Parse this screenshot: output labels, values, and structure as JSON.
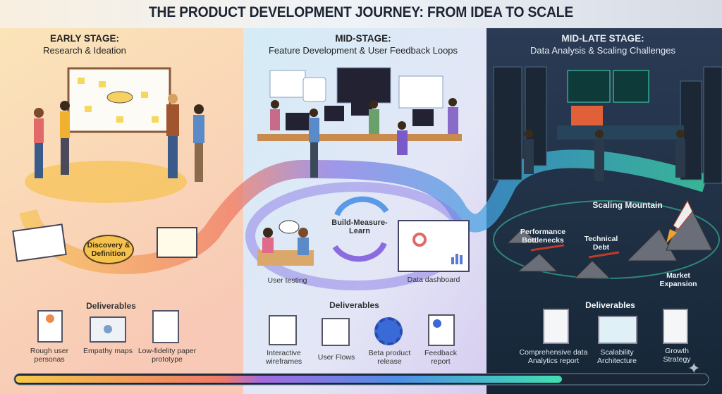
{
  "title": "THE PRODUCT DEVELOPMENT JOURNEY: FROM IDEA TO SCALE",
  "stages": [
    {
      "heading": "EARLY STAGE:",
      "subheading": "Research & Ideation",
      "center_label": "Discovery & Definition",
      "deliverables_title": "Deliverables",
      "deliverables": [
        "Rough user personas",
        "Empathy maps",
        "Low-fidelity paper prototype"
      ],
      "colors": {
        "bg_start": "#fbe0b0",
        "bg_end": "#f9c9b4",
        "accent": "#f2a93b"
      }
    },
    {
      "heading": "MID-STAGE:",
      "subheading": "Feature Development & User Feedback Loops",
      "loop_label": "Build-Measure-Learn",
      "scene_labels": [
        "User testing",
        "Data dashboard"
      ],
      "deliverables_title": "Deliverables",
      "deliverables": [
        "Interactive wireframes",
        "User Flows",
        "Beta product release",
        "Feedback report"
      ],
      "colors": {
        "bg_start": "#dcecf6",
        "bg_end": "#d9d2f0",
        "accent": "#7b6be0"
      }
    },
    {
      "heading": "MID-LATE STAGE:",
      "subheading": "Data Analysis & Scaling Challenges",
      "scene_labels": [
        "Scaling Mountain",
        "Performance Bottlenecks",
        "Technical Debt",
        "Market Expansion"
      ],
      "deliverables_title": "Deliverables",
      "deliverables": [
        "Comprehensive data Analytics report",
        "Scalability Architecture",
        "Growth Strategy"
      ],
      "colors": {
        "bg_start": "#2a3a52",
        "bg_end": "#16293a",
        "accent": "#3fe0b0"
      }
    }
  ],
  "progress": {
    "fraction": 0.79,
    "colors": [
      "#f7c948",
      "#ef7a6a",
      "#a46be0",
      "#3fa0e6",
      "#3fe0b0"
    ]
  }
}
